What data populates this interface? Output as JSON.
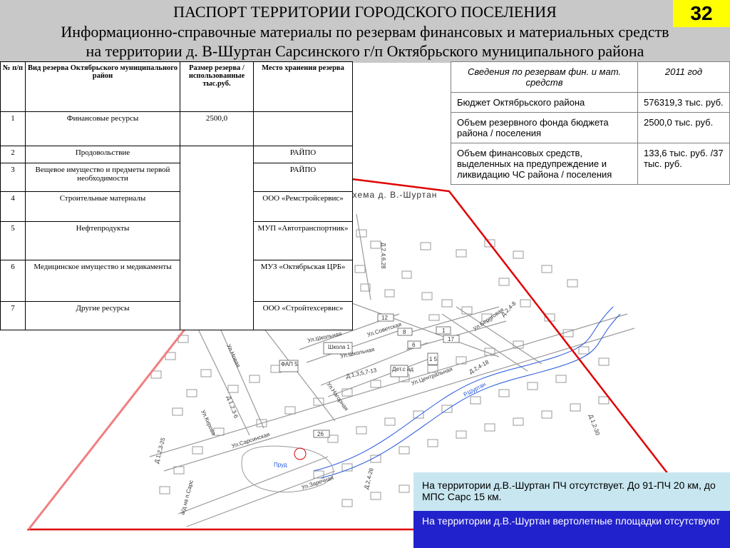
{
  "page_number": "32",
  "header": {
    "line1": "ПАСПОРТ ТЕРРИТОРИИ ГОРОДСКОГО ПОСЕЛЕНИЯ",
    "line2": "Информационно-справочные материалы по резервам финансовых и материальных средств",
    "line3": "на территории д. В-Шуртан Сарсинского г/п Октябрьского муниципального района"
  },
  "reserve_table": {
    "headers": [
      "№ п/п",
      "Вид резерва Октябрьского муниципального район",
      "Размер резерва /использованные тыс.руб.",
      "Место хранения резерва"
    ],
    "rows": [
      {
        "num": "1",
        "type": "Финансовые ресурсы",
        "size": "2500,0",
        "place": ""
      },
      {
        "num": "2",
        "type": "Продовольствие",
        "size": "",
        "place": "РАЙПО"
      },
      {
        "num": "3",
        "type": "Вещевое имущество и предметы первой необходимости",
        "size": "",
        "place": "РАЙПО"
      },
      {
        "num": "4",
        "type": "Строительные материалы",
        "size": "",
        "place": "ООО «Ремстройсервис»"
      },
      {
        "num": "5",
        "type": "Нефтепродукты",
        "size": "",
        "place": "МУП «Автотранспортник»"
      },
      {
        "num": "6",
        "type": "Медицинское имущество и медикаменты",
        "size": "",
        "place": "МУЗ «Октябрьская ЦРБ»"
      },
      {
        "num": "7",
        "type": "Другие ресурсы",
        "size": "",
        "place": "ООО «Стройтехсервис»"
      }
    ]
  },
  "info_table": {
    "headers": [
      "Сведения по резервам фин. и мат. средств",
      "2011 год"
    ],
    "rows": [
      {
        "label": "Бюджет Октябрьского района",
        "value": "576319,3 тыс. руб."
      },
      {
        "label": "Объем резервного фонда бюджета района / поселения",
        "value": "2500,0 тыс. руб."
      },
      {
        "label": "Объем финансовых средств, выделенных на предупреждение и ликвидацию ЧС района / поселения",
        "value": "133,6 тыс. руб. /37 тыс. руб."
      }
    ]
  },
  "map": {
    "title": "Схема д. В.-Шуртан",
    "streets": [
      "Ул.Новая",
      "Ул.Школьная",
      "Ул.Школьная",
      "Ул.Советская",
      "Ул.Нагорная",
      "Ул.Центральная",
      "Ул.Сарсинская",
      "Ул.Заречная",
      "Ул.Береговая",
      "Ул.Кирова"
    ],
    "labels": {
      "school": "Школа 1",
      "fap": "ФАП 5",
      "kindergarten": "Дет.с ад",
      "pond": "Пруд",
      "river": "Р.Шуртан",
      "houses_a": "Д.1,3,5,7-13",
      "houses_b": "Д.2,4-18",
      "houses_c": "Д.1,2,3-6",
      "houses_d": "Д.1,2,3-25",
      "houses_e": "Д.1,2-30",
      "houses_f": "Д.2,4,6,28",
      "houses_g": "Д.2,4-8",
      "houses_h": "Д.2,4-26",
      "road": "а/д на п.Сарс",
      "n12": "12",
      "n8": "8",
      "n1": "1",
      "n17": "17",
      "n6": "6",
      "n15": "1 5",
      "n26": "26"
    }
  },
  "notes": {
    "fire": "На территории д.В.-Шуртан ПЧ отсутствует. До 91-ПЧ 20 км, до МПС Сарс 15 км.",
    "heli": "На территории д.В.-Шуртан вертолетные площадки отсутствуют"
  },
  "colors": {
    "header_bg": "#c8c8c8",
    "page_badge": "#ffff00",
    "boundary": "#e00000",
    "note1_bg": "#c8e6f0",
    "note2_bg": "#2222cc",
    "river": "#2255dd"
  }
}
